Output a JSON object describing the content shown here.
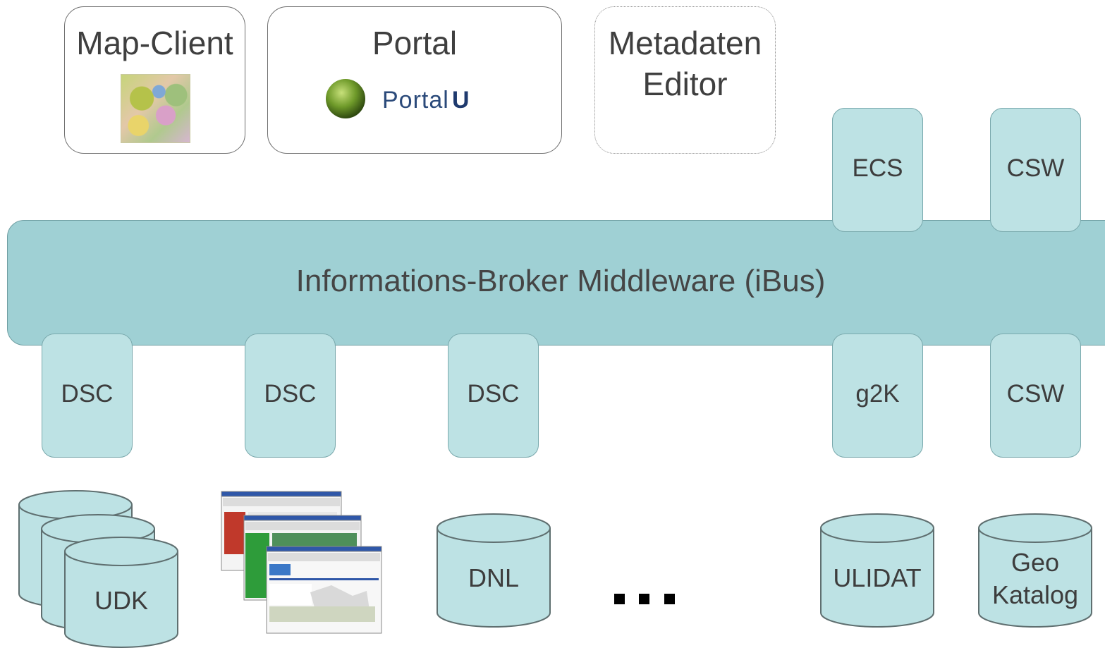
{
  "clients": {
    "map_client": {
      "title": "Map-Client"
    },
    "portal": {
      "title": "Portal",
      "logo_text": "Portal",
      "logo_letter": "U"
    },
    "metadata_editor": {
      "title": "Metadaten\nEditor"
    }
  },
  "bus": {
    "label": "Informations-Broker Middleware (iBus)"
  },
  "top_interfaces": [
    {
      "label": "ECS"
    },
    {
      "label": "CSW"
    }
  ],
  "connectors": [
    {
      "label": "DSC"
    },
    {
      "label": "DSC"
    },
    {
      "label": "DSC"
    },
    {
      "label": "g2K"
    },
    {
      "label": "CSW"
    }
  ],
  "sources": {
    "udk": {
      "label": "UDK"
    },
    "dnl": {
      "label": "DNL"
    },
    "ulidat": {
      "label": "ULIDAT"
    },
    "geo_katalog": {
      "line1": "Geo",
      "line2": "Katalog"
    }
  },
  "colors": {
    "bus_fill": "#9fd0d4",
    "tab_fill": "#bde2e4",
    "cylinder_fill": "#bde2e4",
    "outline": "#6e6e6e"
  }
}
